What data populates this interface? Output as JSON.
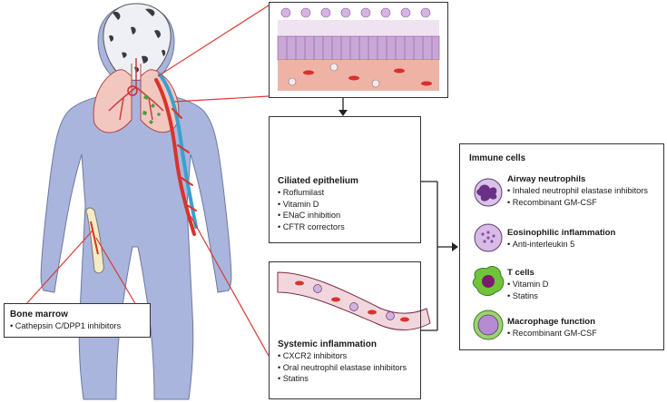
{
  "bone_marrow": {
    "title": "Bone marrow",
    "items": [
      "Cathepsin C/DPP1 inhibitors"
    ]
  },
  "ciliated_epithelium": {
    "title": "Ciliated epithelium",
    "items": [
      "Roflumilast",
      "Vitamin D",
      "ENaC inhibition",
      "CFTR correctors"
    ]
  },
  "systemic_inflammation": {
    "title": "Systemic inflammation",
    "items": [
      "CXCR2 inhibitors",
      "Oral neutrophil elastase inhibitors",
      "Statins"
    ]
  },
  "immune_cells": {
    "title": "Immune cells",
    "groups": [
      {
        "title": "Airway neutrophils",
        "items": [
          "Inhaled neutrophil elastase inhibitors",
          "Recombinant GM-CSF"
        ]
      },
      {
        "title": "Eosinophilic inflammation",
        "items": [
          "Anti-interleukin 5"
        ]
      },
      {
        "title": "T cells",
        "items": [
          "Vitamin D",
          "Statins"
        ]
      },
      {
        "title": "Macrophage function",
        "items": [
          "Recombinant GM-CSF"
        ]
      }
    ]
  },
  "colors": {
    "body": "#a9b5dc",
    "vessel_red": "#d8332b",
    "vessel_blue": "#3aa0cf",
    "connector": "#d83a34",
    "epithelium": "#c9a7d6",
    "tissue": "#efb3a6"
  }
}
